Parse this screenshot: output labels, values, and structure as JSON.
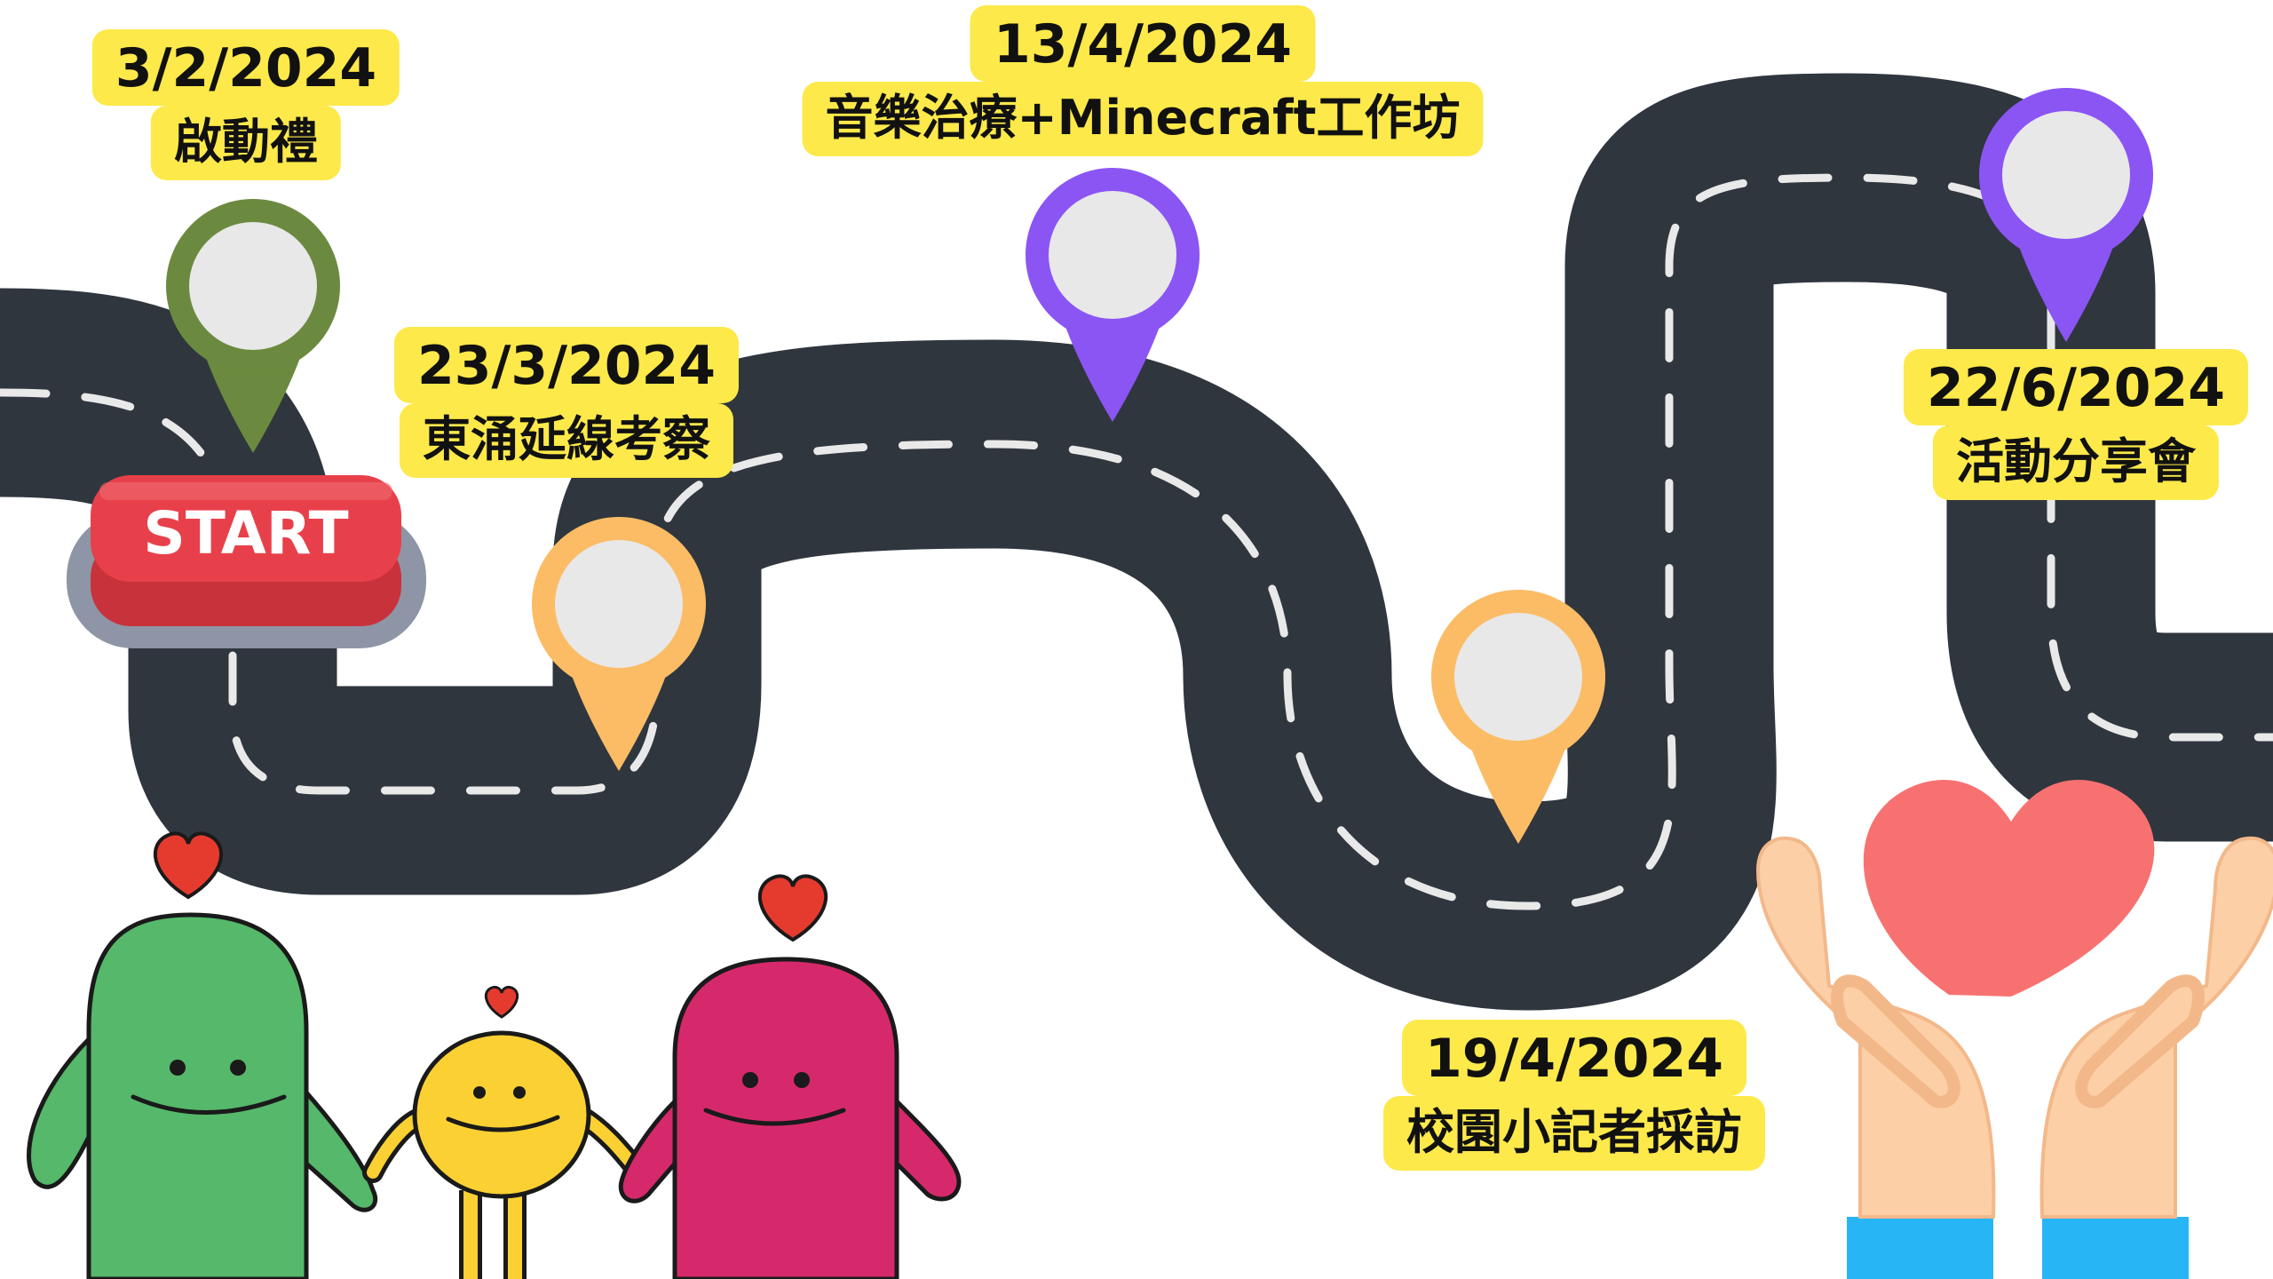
{
  "start_button": {
    "label": "START"
  },
  "milestones": [
    {
      "date": "3/2/2024",
      "event": "啟動禮",
      "color": "#6b8a3f"
    },
    {
      "date": "23/3/2024",
      "event": "東涌延線考察",
      "color": "#fbbc65"
    },
    {
      "date": "13/4/2024",
      "event": "音樂治療+Minecraft工作坊",
      "color": "#8b55f4"
    },
    {
      "date": "19/4/2024",
      "event": "校園小記者採訪",
      "color": "#fbbc65"
    },
    {
      "date": "22/6/2024",
      "event": "活動分享會",
      "color": "#8b55f4"
    }
  ],
  "colors": {
    "road": "#30363e",
    "label_bg": "#fde94a",
    "start_button": "#e8404a",
    "heart": "#e53b2f",
    "big_heart": "#f87171",
    "green_figure": "#55b86a",
    "yellow_figure": "#fbd033",
    "magenta_figure": "#d6296b",
    "hands": "#fccfa6",
    "sleeves": "#28b5f6"
  }
}
